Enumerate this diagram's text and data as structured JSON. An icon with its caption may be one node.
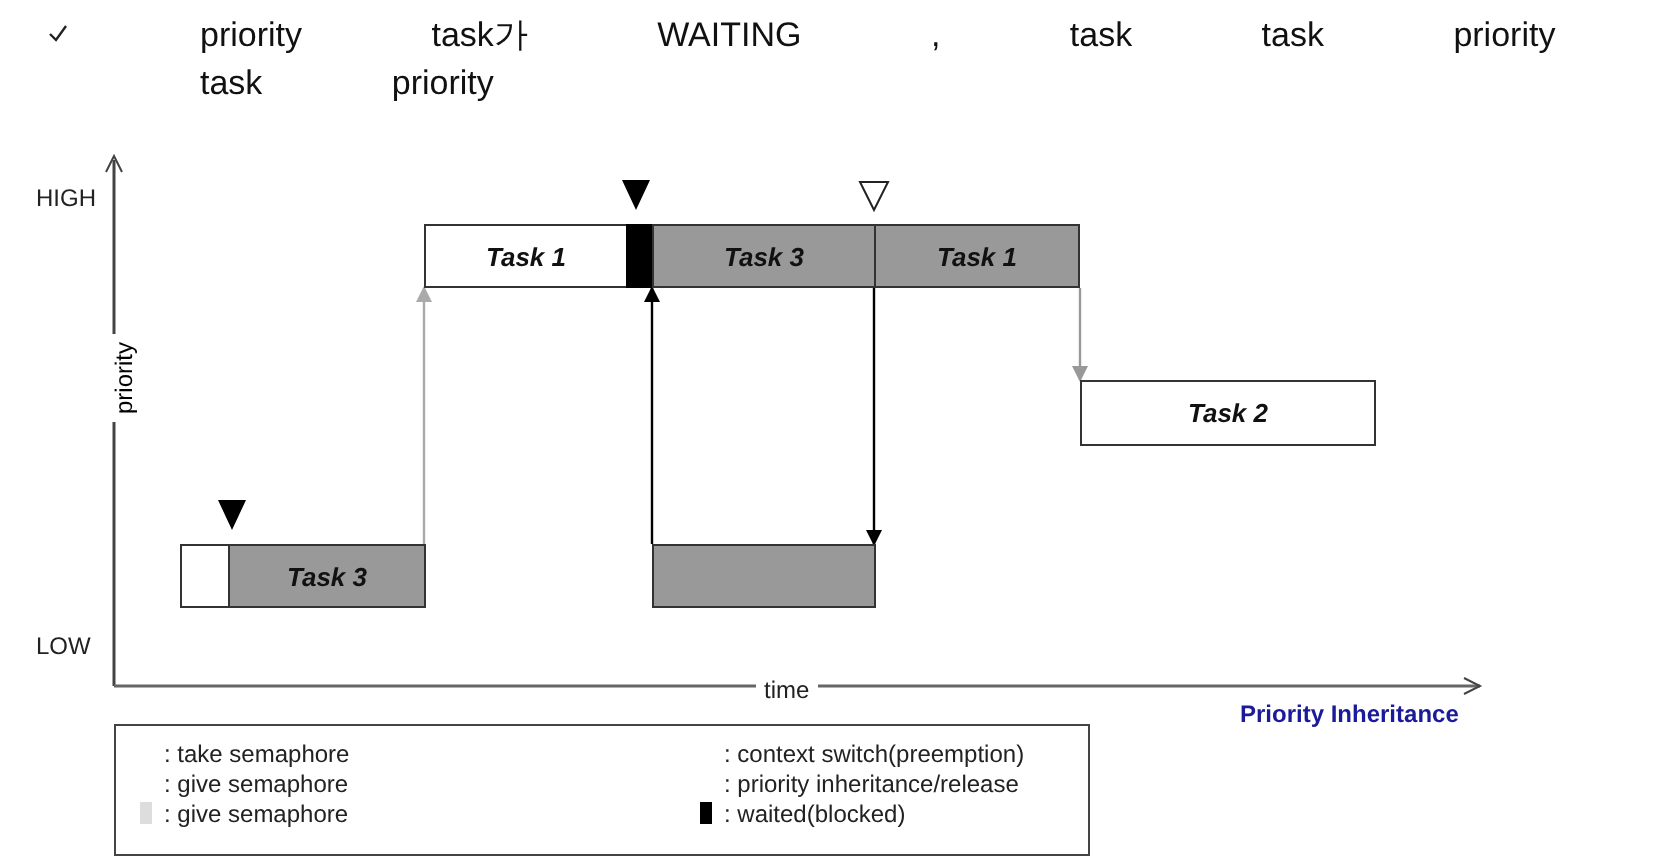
{
  "diagram": {
    "title": "Priority Inheritance",
    "nodes": [
      {
        "text": [],
        "shape": "box"
      },
      {
        "text": [
          "Task 3"
        ]
      },
      {
        "text": [
          "Task 1"
        ]
      },
      {
        "text": [],
        "shape": "bar"
      },
      {
        "text": [
          "Task 3"
        ]
      },
      {
        "text": [
          "Task 1"
        ]
      },
      {
        "text": [
          "Task 2"
        ]
      },
      {
        "text": [],
        "shape": "box"
      }
    ],
    "edges": [
      {
        "from": 1,
        "to": 2,
        "arrow": "to",
        "color": "#aaaaaa"
      },
      {
        "from": 7,
        "to": 4,
        "arrow": "to"
      },
      {
        "from": 4,
        "to": 7,
        "arrow": "to"
      },
      {
        "from": 5,
        "to": 6,
        "arrow": "to",
        "color": "#999999"
      }
    ],
    "labels": [
      "priority task가 WAITING , task task priority task priority",
      "HIGH",
      "priority",
      "LOW",
      "time"
    ],
    "legend": [
      {
        "text": ": take semaphore"
      },
      {
        "text": ": context switch(preemption)"
      },
      {
        "text": ": give semaphore"
      },
      {
        "text": ": priority inheritance/release"
      },
      {
        "text": ": give semaphore",
        "color": "#dddddd"
      },
      {
        "text": ": waited(blocked)",
        "color": "#000000"
      }
    ]
  }
}
